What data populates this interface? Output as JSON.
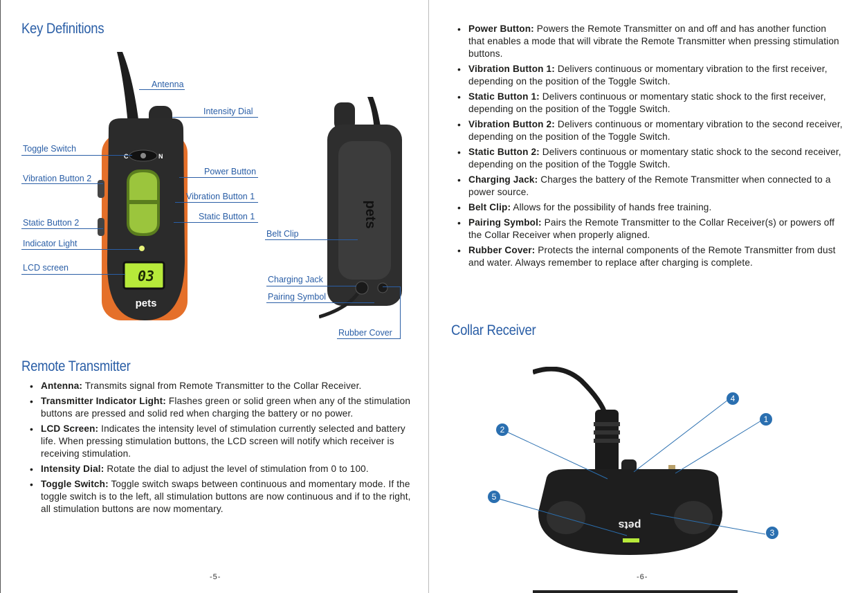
{
  "left_page": {
    "title": "Key Definitions",
    "callouts": {
      "antenna": "Antenna",
      "intensity_dial": "Intensity Dial",
      "toggle_switch": "Toggle Switch",
      "power_button": "Power Button",
      "vibration_button_2": "Vibration Button 2",
      "vibration_button_1": "Vibration Button 1",
      "static_button_1": "Static Button 1",
      "static_button_2": "Static Button 2",
      "indicator_light": "Indicator Light",
      "lcd_screen": "LCD screen",
      "belt_clip": "Belt Clip",
      "charging_jack": "Charging Jack",
      "pairing_symbol": "Pairing Symbol",
      "rubber_cover": "Rubber Cover"
    },
    "device_text": {
      "toggle_c": "C",
      "toggle_n": "N",
      "lcd_value": "03",
      "brand": "pets"
    },
    "section_title": "Remote Transmitter",
    "bullets": [
      {
        "term": "Antenna:",
        "text": " Transmits signal from Remote Transmitter to the  Collar Receiver."
      },
      {
        "term": "Transmitter Indicator Light:",
        "text": " Flashes green or solid green when any of the stimulation buttons are pressed and solid red when charging the battery or no power."
      },
      {
        "term": "LCD Screen:",
        "text": " Indicates the intensity level of stimulation currently selected and battery life. When pressing stimulation buttons, the LCD screen will notify which receiver is receiving stimulation."
      },
      {
        "term": "Intensity Dial:",
        "text": " Rotate the dial to adjust the level of stimulation from 0 to 100."
      },
      {
        "term": "Toggle Switch:",
        "text": " Toggle switch swaps between continuous and momentary mode. If the toggle switch is to the left, all stimulation buttons are now continuous and if to the right, all stimulation buttons are now momentary."
      }
    ],
    "page_number": "-5-"
  },
  "right_page": {
    "bullets": [
      {
        "term": "Power Button:",
        "text": " Powers the Remote Transmitter on and off and has another function that enables a mode that will vibrate the Remote Transmitter when pressing stimulation buttons."
      },
      {
        "term": "Vibration Button 1:",
        "text": " Delivers continuous or momentary vibration to the first receiver, depending on the position of the Toggle Switch."
      },
      {
        "term": "Static Button 1:",
        "text": " Delivers continuous or momentary static shock to the first receiver, depending on the position of the Toggle Switch."
      },
      {
        "term": "Vibration Button 2:",
        "text": " Delivers continuous or momentary vibration to the second receiver, depending on the position of the Toggle Switch."
      },
      {
        "term": "Static Button 2:",
        "text": " Delivers continuous or momentary static shock to the second  receiver, depending on the position of the Toggle Switch."
      },
      {
        "term": "Charging Jack:",
        "text": " Charges the battery of the Remote Transmitter when connected to a power source."
      },
      {
        "term": "Belt Clip:",
        "text": " Allows for the possibility of hands free training."
      },
      {
        "term": "Pairing Symbol:",
        "text": " Pairs the Remote Transmitter to the Collar Receiver(s) or powers off the Collar Receiver when properly aligned."
      },
      {
        "term": "Rubber Cover:",
        "text": " Protects the internal components of the Remote Transmitter from dust and water. Always remember to replace after charging is complete."
      }
    ],
    "section_title": "Collar Receiver",
    "receiver_markers": [
      "1",
      "2",
      "3",
      "4",
      "5"
    ],
    "receiver_brand": "pets",
    "page_number": "-6-"
  },
  "colors": {
    "accent_blue": "#2a5ea6",
    "marker_blue": "#2a6fb0",
    "device_orange": "#e5702a",
    "button_green": "#9bc53d",
    "body_dark": "#2b2b2b"
  }
}
